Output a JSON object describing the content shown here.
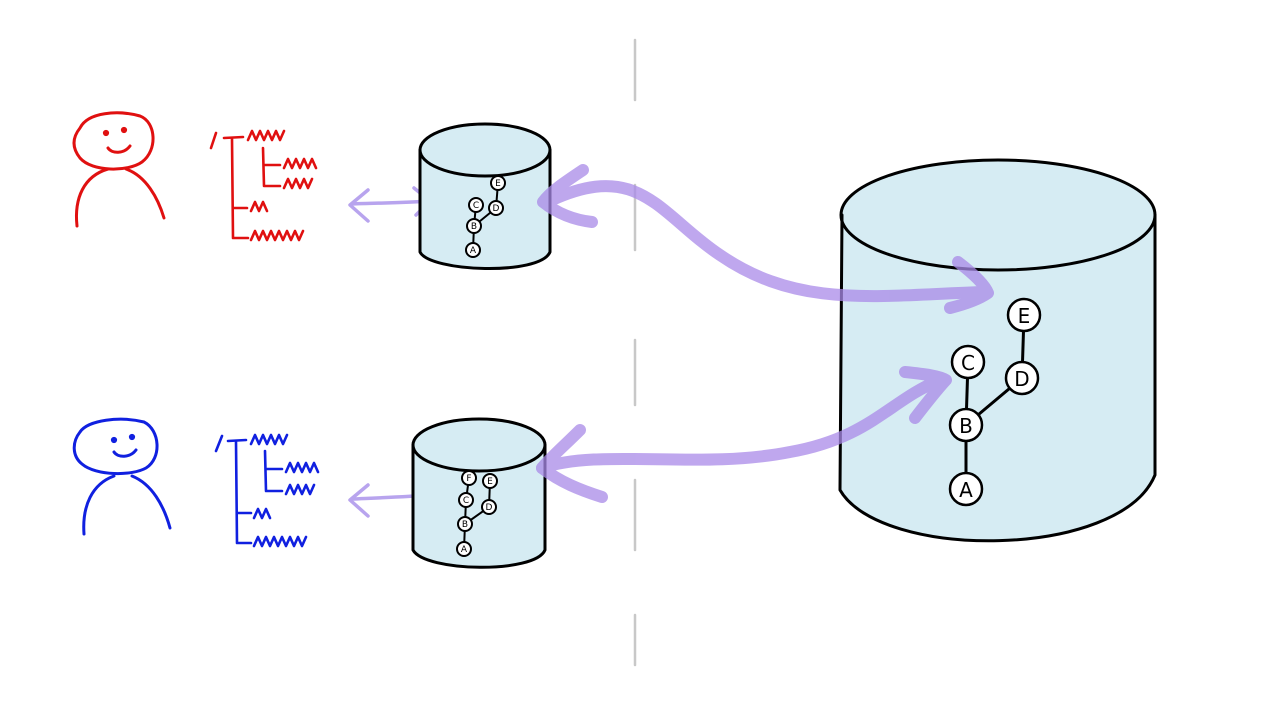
{
  "colors": {
    "user_a": "#e01010",
    "user_b": "#1020e0",
    "repo_fill": "#d6ecf3",
    "sync_arrow": "#a98ae8",
    "local_arrow": "#b8a4ee",
    "divider": "#c8c8c8",
    "new_commit": "#3b38d8"
  },
  "remote_repo": {
    "commits": [
      {
        "id": "A",
        "label": "A"
      },
      {
        "id": "B",
        "label": "B"
      },
      {
        "id": "C",
        "label": "C"
      },
      {
        "id": "D",
        "label": "D"
      },
      {
        "id": "E",
        "label": "E"
      }
    ],
    "edges": [
      [
        "A",
        "B"
      ],
      [
        "B",
        "C"
      ],
      [
        "B",
        "D"
      ],
      [
        "D",
        "E"
      ]
    ]
  },
  "local_repo_top": {
    "commits": [
      {
        "id": "A",
        "label": "A"
      },
      {
        "id": "B",
        "label": "B"
      },
      {
        "id": "C",
        "label": "C"
      },
      {
        "id": "D",
        "label": "D"
      },
      {
        "id": "E",
        "label": "E"
      }
    ]
  },
  "local_repo_bottom": {
    "commits": [
      {
        "id": "A",
        "label": "A"
      },
      {
        "id": "B",
        "label": "B"
      },
      {
        "id": "C",
        "label": "C"
      },
      {
        "id": "D",
        "label": "D"
      },
      {
        "id": "E",
        "label": "E"
      },
      {
        "id": "F",
        "label": "F"
      }
    ]
  }
}
